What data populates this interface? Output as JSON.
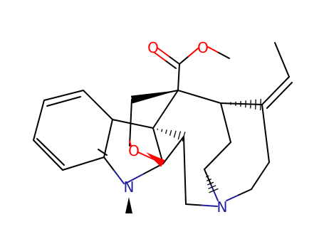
{
  "molecule": {
    "atom_labels": {
      "ester_carbonyl_oxygen": "O",
      "ester_ether_oxygen": "O",
      "bridge_oxygen": "O",
      "indoline_nitrogen": "N",
      "bridgehead_nitrogen": "N"
    },
    "colors": {
      "bond": "#000000",
      "oxygen": "#ff0000",
      "nitrogen": "#1f1f9c",
      "background": "#ffffff"
    }
  }
}
